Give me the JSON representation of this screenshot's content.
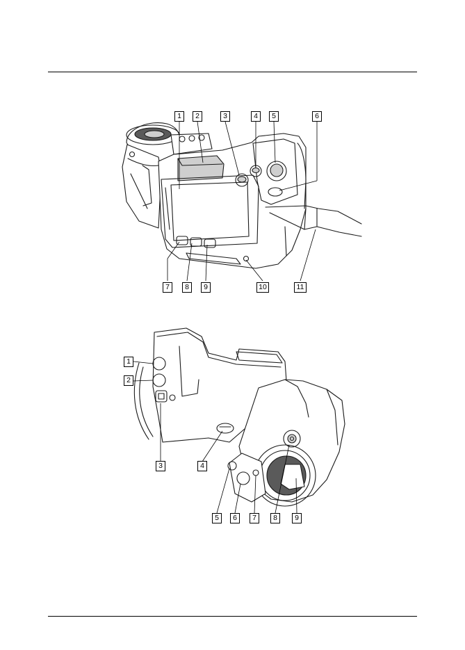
{
  "figures": [
    {
      "name": "front-view",
      "callouts": [
        "1",
        "2",
        "3",
        "4",
        "5",
        "6",
        "7",
        "8",
        "9",
        "10",
        "11"
      ]
    },
    {
      "name": "back-view",
      "callouts": [
        "1",
        "2",
        "3",
        "4",
        "5",
        "6",
        "7",
        "8",
        "9"
      ]
    }
  ]
}
